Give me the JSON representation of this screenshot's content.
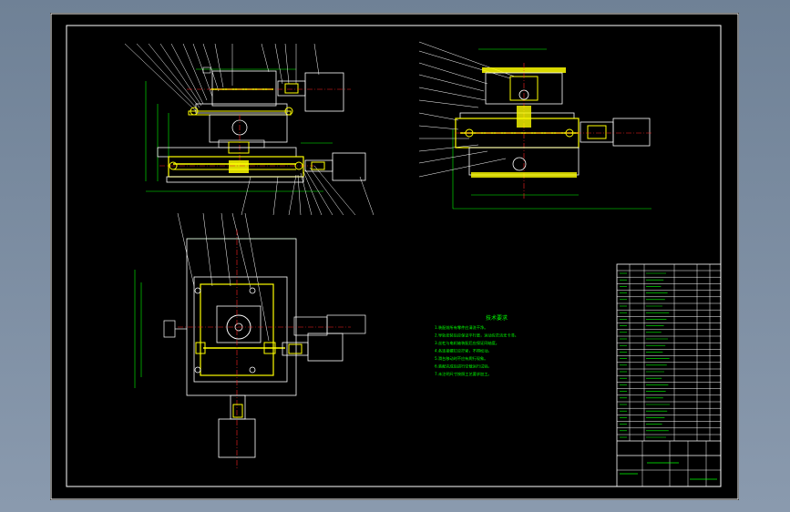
{
  "drawing": {
    "notes_heading": "技术要求",
    "notes": [
      "1.装配前所有零件应清洗干净。",
      "2.导轨安装后应保证平行度，运动应灵活无卡滞。",
      "3.丝杠与电机轴装配后应保证同轴度。",
      "4.各连接螺钉应拧紧，不得松动。",
      "5.滑台移动时不应有爬行现象。",
      "6.装配完成后进行空载运行试验。",
      "7.未注明尺寸按照工艺要求加工。"
    ],
    "colors": {
      "background": "#000000",
      "outline": "#ffffff",
      "part": "#ffff00",
      "dimension": "#00ff00",
      "centerline": "#ff2020",
      "notes": "#00ff00"
    }
  }
}
